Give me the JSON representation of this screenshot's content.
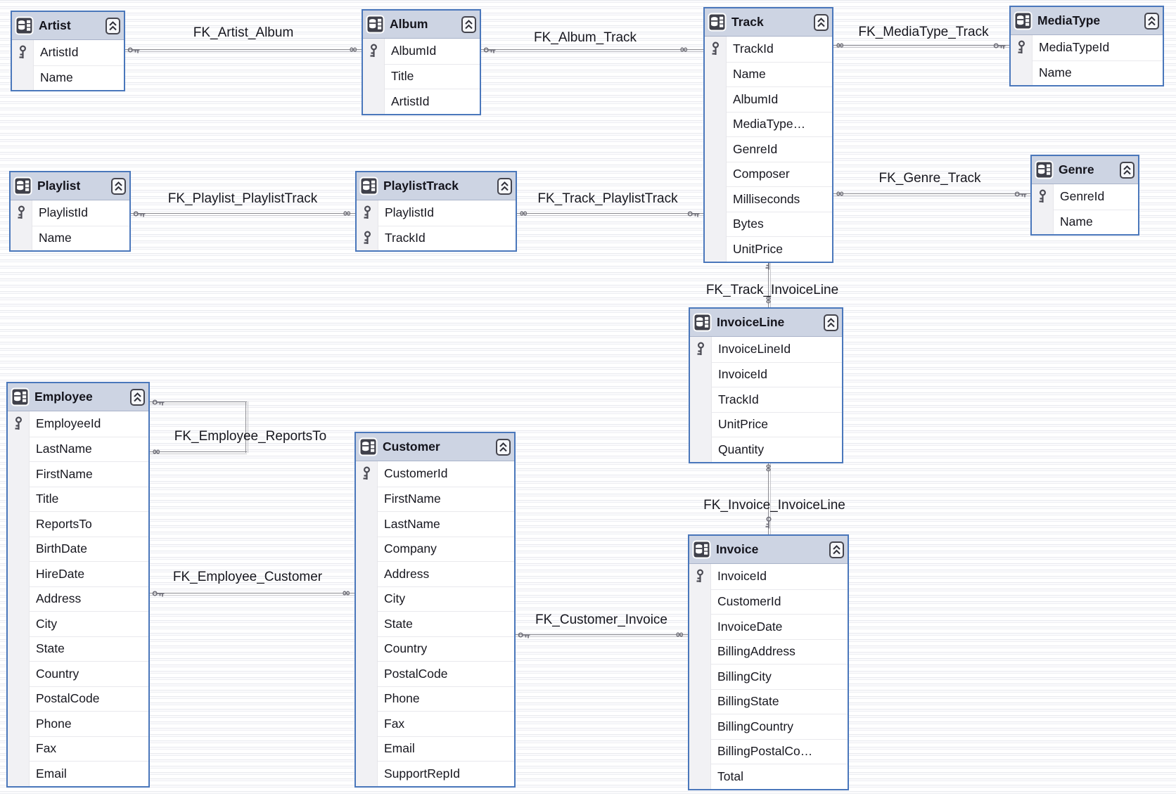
{
  "colors": {
    "table_border": "#4a77bb",
    "table_header_bg": "#cdd4e3",
    "row_text": "#17171f",
    "connector_line": "#8a8a90",
    "pk_icon": "#4b4b54",
    "background_stripe": "#e9eaef"
  },
  "glyphs": {
    "many_end": "∞"
  },
  "tables": {
    "artist": {
      "title": "Artist",
      "columns": [
        {
          "label": "ArtistId",
          "pk": true
        },
        {
          "label": "Name",
          "pk": false
        }
      ]
    },
    "album": {
      "title": "Album",
      "columns": [
        {
          "label": "AlbumId",
          "pk": true
        },
        {
          "label": "Title",
          "pk": false
        },
        {
          "label": "ArtistId",
          "pk": false
        }
      ]
    },
    "track": {
      "title": "Track",
      "columns": [
        {
          "label": "TrackId",
          "pk": true
        },
        {
          "label": "Name",
          "pk": false
        },
        {
          "label": "AlbumId",
          "pk": false
        },
        {
          "label": "MediaType…",
          "pk": false
        },
        {
          "label": "GenreId",
          "pk": false
        },
        {
          "label": "Composer",
          "pk": false
        },
        {
          "label": "Milliseconds",
          "pk": false
        },
        {
          "label": "Bytes",
          "pk": false
        },
        {
          "label": "UnitPrice",
          "pk": false
        }
      ]
    },
    "mediatype": {
      "title": "MediaType",
      "columns": [
        {
          "label": "MediaTypeId",
          "pk": true
        },
        {
          "label": "Name",
          "pk": false
        }
      ]
    },
    "genre": {
      "title": "Genre",
      "columns": [
        {
          "label": "GenreId",
          "pk": true
        },
        {
          "label": "Name",
          "pk": false
        }
      ]
    },
    "playlist": {
      "title": "Playlist",
      "columns": [
        {
          "label": "PlaylistId",
          "pk": true
        },
        {
          "label": "Name",
          "pk": false
        }
      ]
    },
    "playlisttrack": {
      "title": "PlaylistTrack",
      "columns": [
        {
          "label": "PlaylistId",
          "pk": true
        },
        {
          "label": "TrackId",
          "pk": true
        }
      ]
    },
    "invoiceline": {
      "title": "InvoiceLine",
      "columns": [
        {
          "label": "InvoiceLineId",
          "pk": true
        },
        {
          "label": "InvoiceId",
          "pk": false
        },
        {
          "label": "TrackId",
          "pk": false
        },
        {
          "label": "UnitPrice",
          "pk": false
        },
        {
          "label": "Quantity",
          "pk": false
        }
      ]
    },
    "employee": {
      "title": "Employee",
      "columns": [
        {
          "label": "EmployeeId",
          "pk": true
        },
        {
          "label": "LastName",
          "pk": false
        },
        {
          "label": "FirstName",
          "pk": false
        },
        {
          "label": "Title",
          "pk": false
        },
        {
          "label": "ReportsTo",
          "pk": false
        },
        {
          "label": "BirthDate",
          "pk": false
        },
        {
          "label": "HireDate",
          "pk": false
        },
        {
          "label": "Address",
          "pk": false
        },
        {
          "label": "City",
          "pk": false
        },
        {
          "label": "State",
          "pk": false
        },
        {
          "label": "Country",
          "pk": false
        },
        {
          "label": "PostalCode",
          "pk": false
        },
        {
          "label": "Phone",
          "pk": false
        },
        {
          "label": "Fax",
          "pk": false
        },
        {
          "label": "Email",
          "pk": false
        }
      ]
    },
    "customer": {
      "title": "Customer",
      "columns": [
        {
          "label": "CustomerId",
          "pk": true
        },
        {
          "label": "FirstName",
          "pk": false
        },
        {
          "label": "LastName",
          "pk": false
        },
        {
          "label": "Company",
          "pk": false
        },
        {
          "label": "Address",
          "pk": false
        },
        {
          "label": "City",
          "pk": false
        },
        {
          "label": "State",
          "pk": false
        },
        {
          "label": "Country",
          "pk": false
        },
        {
          "label": "PostalCode",
          "pk": false
        },
        {
          "label": "Phone",
          "pk": false
        },
        {
          "label": "Fax",
          "pk": false
        },
        {
          "label": "Email",
          "pk": false
        },
        {
          "label": "SupportRepId",
          "pk": false
        }
      ]
    },
    "invoice": {
      "title": "Invoice",
      "columns": [
        {
          "label": "InvoiceId",
          "pk": true
        },
        {
          "label": "CustomerId",
          "pk": false
        },
        {
          "label": "InvoiceDate",
          "pk": false
        },
        {
          "label": "BillingAddress",
          "pk": false
        },
        {
          "label": "BillingCity",
          "pk": false
        },
        {
          "label": "BillingState",
          "pk": false
        },
        {
          "label": "BillingCountry",
          "pk": false
        },
        {
          "label": "BillingPostalCo…",
          "pk": false
        },
        {
          "label": "Total",
          "pk": false
        }
      ]
    }
  },
  "relationships": {
    "fk_artist_album": {
      "label": "FK_Artist_Album",
      "one_side": "Artist",
      "many_side": "Album"
    },
    "fk_album_track": {
      "label": "FK_Album_Track",
      "one_side": "Album",
      "many_side": "Track"
    },
    "fk_mediatype_track": {
      "label": "FK_MediaType_Track",
      "one_side": "MediaType",
      "many_side": "Track"
    },
    "fk_genre_track": {
      "label": "FK_Genre_Track",
      "one_side": "Genre",
      "many_side": "Track"
    },
    "fk_playlist_playlisttrack": {
      "label": "FK_Playlist_PlaylistTrack",
      "one_side": "Playlist",
      "many_side": "PlaylistTrack"
    },
    "fk_track_playlisttrack": {
      "label": "FK_Track_PlaylistTrack",
      "one_side": "Track",
      "many_side": "PlaylistTrack"
    },
    "fk_track_invoiceline": {
      "label": "FK_Track_InvoiceLine",
      "one_side": "Track",
      "many_side": "InvoiceLine"
    },
    "fk_invoice_invoiceline": {
      "label": "FK_Invoice_InvoiceLine",
      "one_side": "Invoice",
      "many_side": "InvoiceLine"
    },
    "fk_employee_reportsto": {
      "label": "FK_Employee_ReportsTo",
      "one_side": "Employee",
      "many_side": "Employee"
    },
    "fk_employee_customer": {
      "label": "FK_Employee_Customer",
      "one_side": "Employee",
      "many_side": "Customer"
    },
    "fk_customer_invoice": {
      "label": "FK_Customer_Invoice",
      "one_side": "Customer",
      "many_side": "Invoice"
    }
  }
}
